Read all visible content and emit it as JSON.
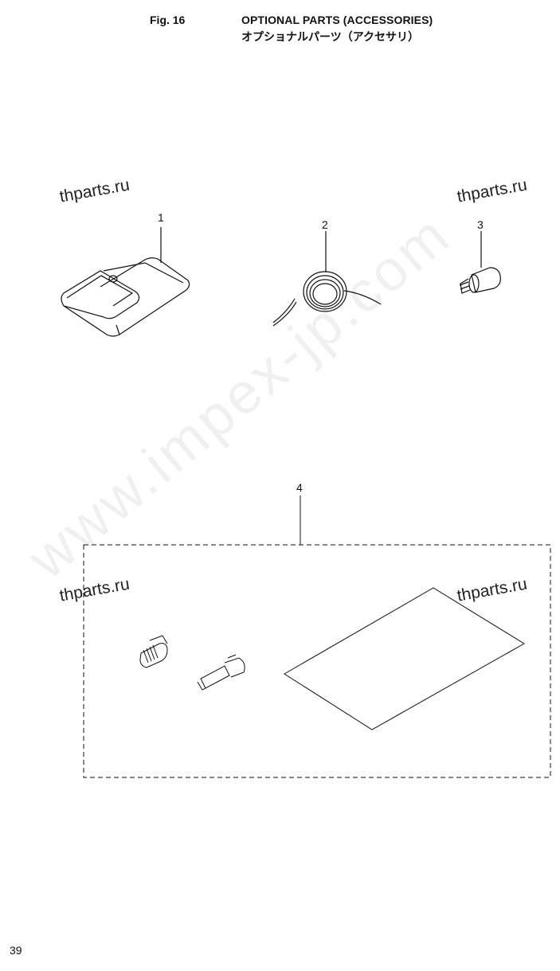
{
  "header": {
    "fig_label": "Fig. 16",
    "title_en": "OPTIONAL PARTS (ACCESSORIES)",
    "title_jp": "オプショナルパーツ（アクセサリ）"
  },
  "watermarks": {
    "corner": [
      "thparts.ru",
      "thparts.ru",
      "thparts.ru",
      "thparts.ru"
    ],
    "diagonal": "www.impex-jp.com"
  },
  "callouts": [
    "1",
    "2",
    "3",
    "4"
  ],
  "footer": {
    "page_number": "39"
  }
}
